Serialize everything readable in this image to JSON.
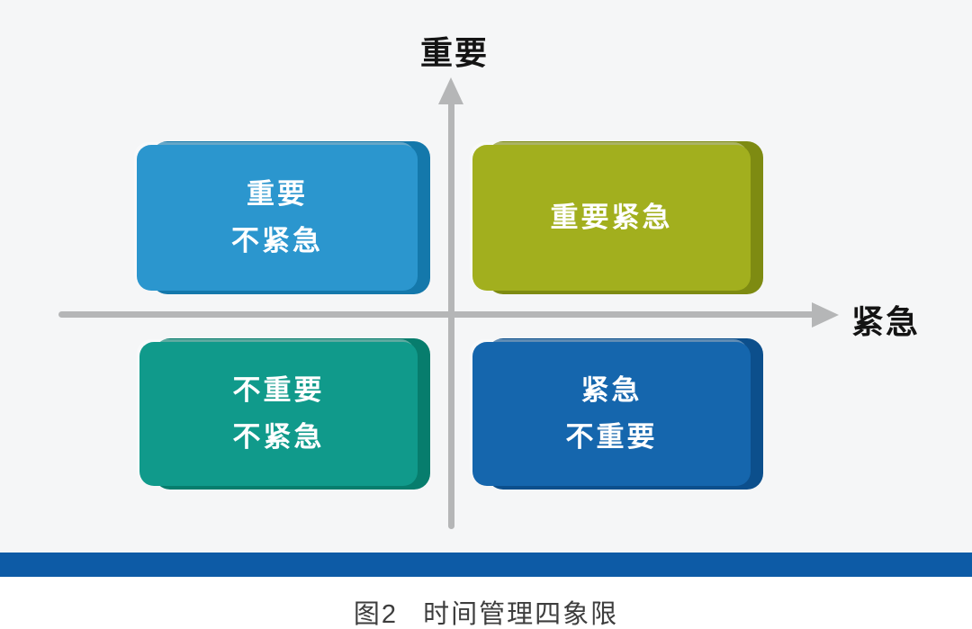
{
  "diagram": {
    "y_axis_label": "重要",
    "x_axis_label": "紧急",
    "axis_color": "#b5b6b7",
    "background_color": "#f5f6f7",
    "quadrants": {
      "top_left": {
        "name": "重要不紧急",
        "line1": "重要",
        "line2": "不紧急",
        "color": "#2b96ce",
        "edge_color": "#1478ab"
      },
      "top_right": {
        "name": "重要紧急",
        "line1": "重要紧急",
        "color": "#a2af1e",
        "edge_color": "#7e8b12"
      },
      "bottom_left": {
        "name": "不重要不紧急",
        "line1": "不重要",
        "line2": "不紧急",
        "color": "#109a8b",
        "edge_color": "#077d6d"
      },
      "bottom_right": {
        "name": "紧急不重要",
        "line1": "紧急",
        "line2": "不重要",
        "color": "#1566ad",
        "edge_color": "#0c4f8c"
      }
    },
    "bottom_bar_color": "#0d5ba6",
    "caption": {
      "figure_number": "图2",
      "title": "时间管理四象限"
    }
  }
}
